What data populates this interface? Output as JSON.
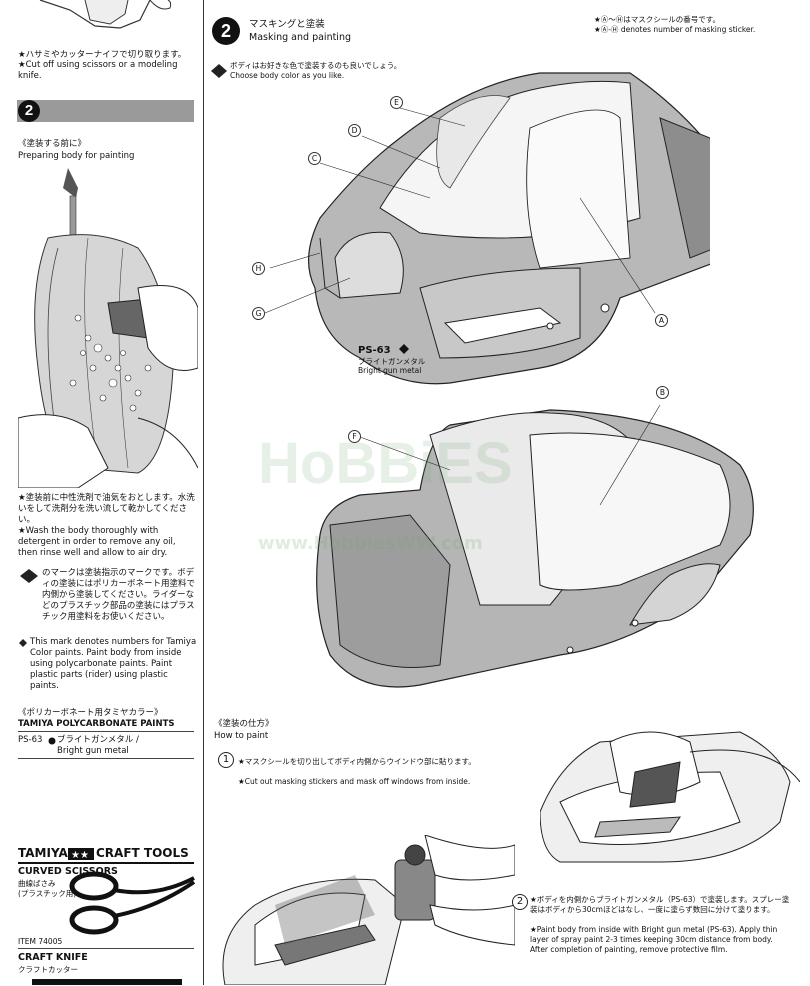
{
  "left": {
    "top_cut": {
      "jp": "★ハサミやカッターナイフで切り取ります。",
      "en": "★Cut off using scissors or a modeling knife."
    },
    "step_number": "2",
    "prep_title_jp": "《塗装する前に》",
    "prep_title_en": "Preparing body for painting",
    "wash": {
      "jp": "★塗装前に中性洗剤で油気をおとします。水洗いをして洗剤分を洗い流して乾かしてください。",
      "en": "★Wash the body thoroughly with detergent in order to remove any oil, then rinse well and allow to air dry."
    },
    "mark": {
      "jp": "のマークは塗装指示のマークです。ボディの塗装にはポリカーボネート用塗料で内側から塗装してください。ライダーなどのプラスチック部品の塗装にはプラスチック用塗料をお使いください。",
      "en": "This mark denotes numbers for Tamiya Color paints. Paint body from inside using polycarbonate paints. Paint plastic parts (rider) using plastic paints."
    },
    "paints_title_jp": "《ポリカーボネート用タミヤカラー》",
    "paints_title_en": "TAMIYA POLYCARBONATE PAINTS",
    "paint_code": "PS-63",
    "paint_name_jp": "ブライトガンメタル /",
    "paint_name_en": "Bright gun metal",
    "tools": {
      "brand": "TAMIYA",
      "title": "CRAFT TOOLS",
      "scissors_title": "CURVED SCISSORS",
      "scissors_jp": "曲線ばさみ",
      "scissors_jp2": "(プラスチック用)",
      "item": "ITEM 74005",
      "knife_title": "CRAFT KNIFE",
      "knife_jp": "クラフトカッター"
    }
  },
  "right": {
    "step_number": "2",
    "title_jp": "マスキングと塗装",
    "title_en": "Masking and painting",
    "note_jp": "★Ⓐ〜Ⓗはマスクシールの番号です。",
    "note_en": "★Ⓐ-Ⓗ denotes number of masking sticker.",
    "color_jp": "ボディはお好きな色で塗装するのも良いでしょう。",
    "color_en": "Choose body color as you like.",
    "paint_callout_code": "PS-63",
    "paint_callout_jp": "ブライトガンメタル",
    "paint_callout_en": "Bright gun metal",
    "labels": [
      "A",
      "B",
      "C",
      "D",
      "E",
      "F",
      "G",
      "H"
    ],
    "how_title_jp": "《塗装の仕方》",
    "how_title_en": "How to paint",
    "step1_num": "1",
    "step1_jp": "★マスクシールを切り出してボディ内側からウインドウ部に貼ります。",
    "step1_en": "★Cut out masking stickers and mask off windows from inside.",
    "step2_num": "2",
    "step2_jp": "★ボディを内側からブライトガンメタル（PS-63）で塗装します。スプレー塗装はボディから30cmほどはなし、一度に塗らず数回に分けて塗ります。",
    "step2_en": "★Paint body from inside with Bright gun metal (PS-63). Apply thin layer of spray paint 2-3 times keeping 30cm distance from body. After completion of painting, remove protective film.",
    "watermark": "www.HobbiesWW.com"
  }
}
